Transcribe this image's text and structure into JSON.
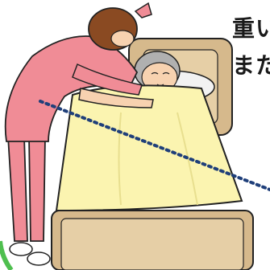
{
  "caption": {
    "line1": "重い",
    "line2": "また"
  },
  "colors": {
    "scrub": "#f08c96",
    "scrub_shadow": "#d96673",
    "hair": "#8a4a22",
    "skin": "#f7d2b0",
    "blanket": "#fbf4b0",
    "blanket_shadow": "#e8df8f",
    "bed_frame": "#d6b98c",
    "bed_frame_dark": "#b8976a",
    "pillow": "#f2f2f2",
    "patient_hair": "#b0b0b0",
    "dotted_line": "#1f3f7a",
    "green_arc": "#4fbf4f",
    "outline": "#222222"
  },
  "icons": {
    "nurse_cap": "nurse-cap-icon",
    "guide_line": "dotted-guide-line"
  }
}
